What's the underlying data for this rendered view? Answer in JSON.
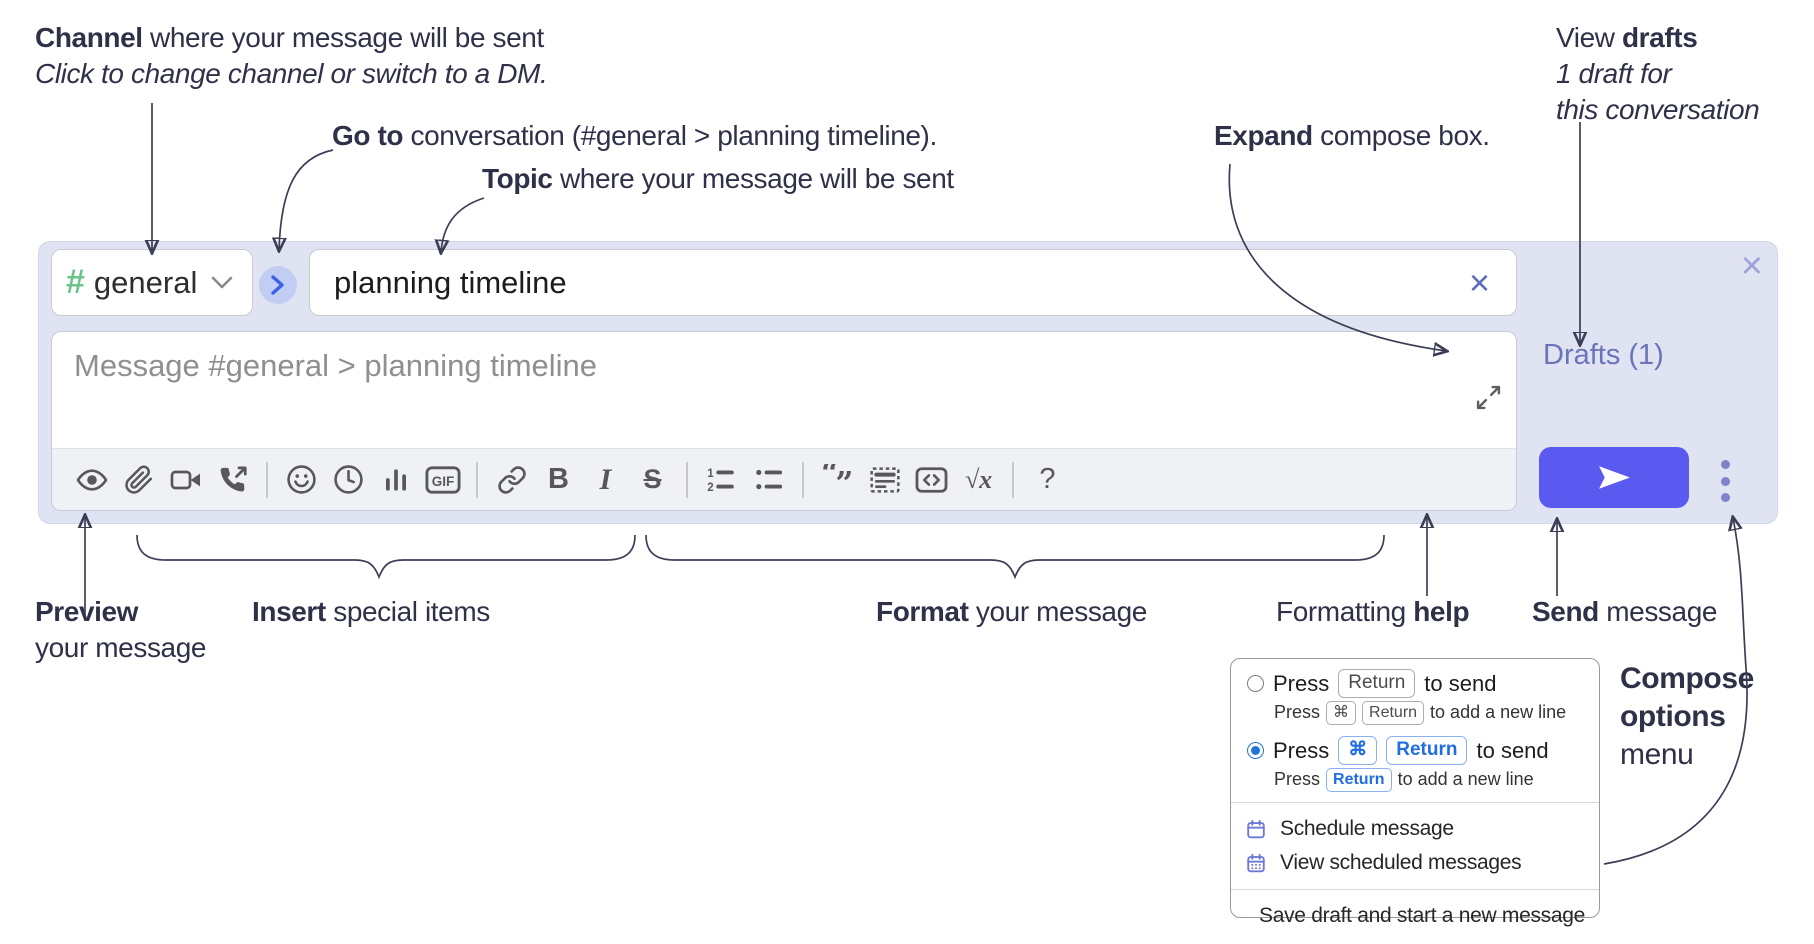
{
  "annotations": {
    "channel_bold": "Channel",
    "channel_rest": " where your message will be sent",
    "channel_sub": "Click to change channel or switch to a DM.",
    "goto_bold": "Go to",
    "goto_rest": " conversation (#general > planning timeline).",
    "topic_bold": "Topic",
    "topic_rest": " where your message will be sent",
    "expand_bold": "Expand",
    "expand_rest": " compose box.",
    "drafts_pre": "View ",
    "drafts_bold": "drafts",
    "drafts_sub1": "1 draft for",
    "drafts_sub2": "this conversation",
    "preview_bold": "Preview",
    "preview_rest": "your message",
    "insert_bold": "Insert",
    "insert_rest": " special items",
    "format_bold": "Format",
    "format_rest": " your message",
    "fmthelp_pre": "Formatting ",
    "fmthelp_bold": "help",
    "send_bold": "Send",
    "send_rest": " message",
    "compose_menu_line1": "Compose",
    "compose_menu_line2": "options",
    "compose_menu_line3": "menu"
  },
  "compose": {
    "channel_hash": "#",
    "channel_name": "general",
    "topic_value": "planning timeline",
    "topic_clear_glyph": "×",
    "close_glyph": "×",
    "message_placeholder": "Message #general > planning timeline",
    "drafts_label": "Drafts (1)"
  },
  "toolbar": {
    "gif_label": "GIF",
    "bold_label": "B",
    "italic_label": "I",
    "strike_label": "S",
    "math_label": "√x",
    "help_label": "?"
  },
  "menu": {
    "opt1_press": "Press",
    "opt1_key": "Return",
    "opt1_tail": "to send",
    "opt1_sub_press": "Press",
    "opt1_sub_key1": "⌘",
    "opt1_sub_key2": "Return",
    "opt1_sub_tail": "to add a new line",
    "opt2_press": "Press",
    "opt2_key1": "⌘",
    "opt2_key2": "Return",
    "opt2_tail": "to send",
    "opt2_sub_press": "Press",
    "opt2_sub_key": "Return",
    "opt2_sub_tail": "to add a new line",
    "item_schedule": "Schedule message",
    "item_view_scheduled": "View scheduled messages",
    "item_save_draft": "Save draft and start a new message"
  },
  "colors": {
    "accent_send": "#5b5af0",
    "drafts_link": "#6b74b8",
    "hash_green": "#6cc38a",
    "compose_bg": "#e0e3f2",
    "radio_selected": "#2077d8",
    "menu_icon_purple": "#6e79d6"
  }
}
